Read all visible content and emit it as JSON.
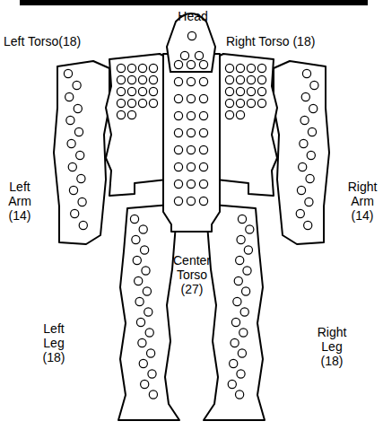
{
  "diagram": {
    "labels": [
      "Head",
      "Left Torso(18)",
      "Right Torso (18)",
      "Left Arm (14)",
      "Right Arm (14)",
      "Center Torso (27)",
      "Left Leg (18)",
      "Right Leg (18)"
    ]
  }
}
